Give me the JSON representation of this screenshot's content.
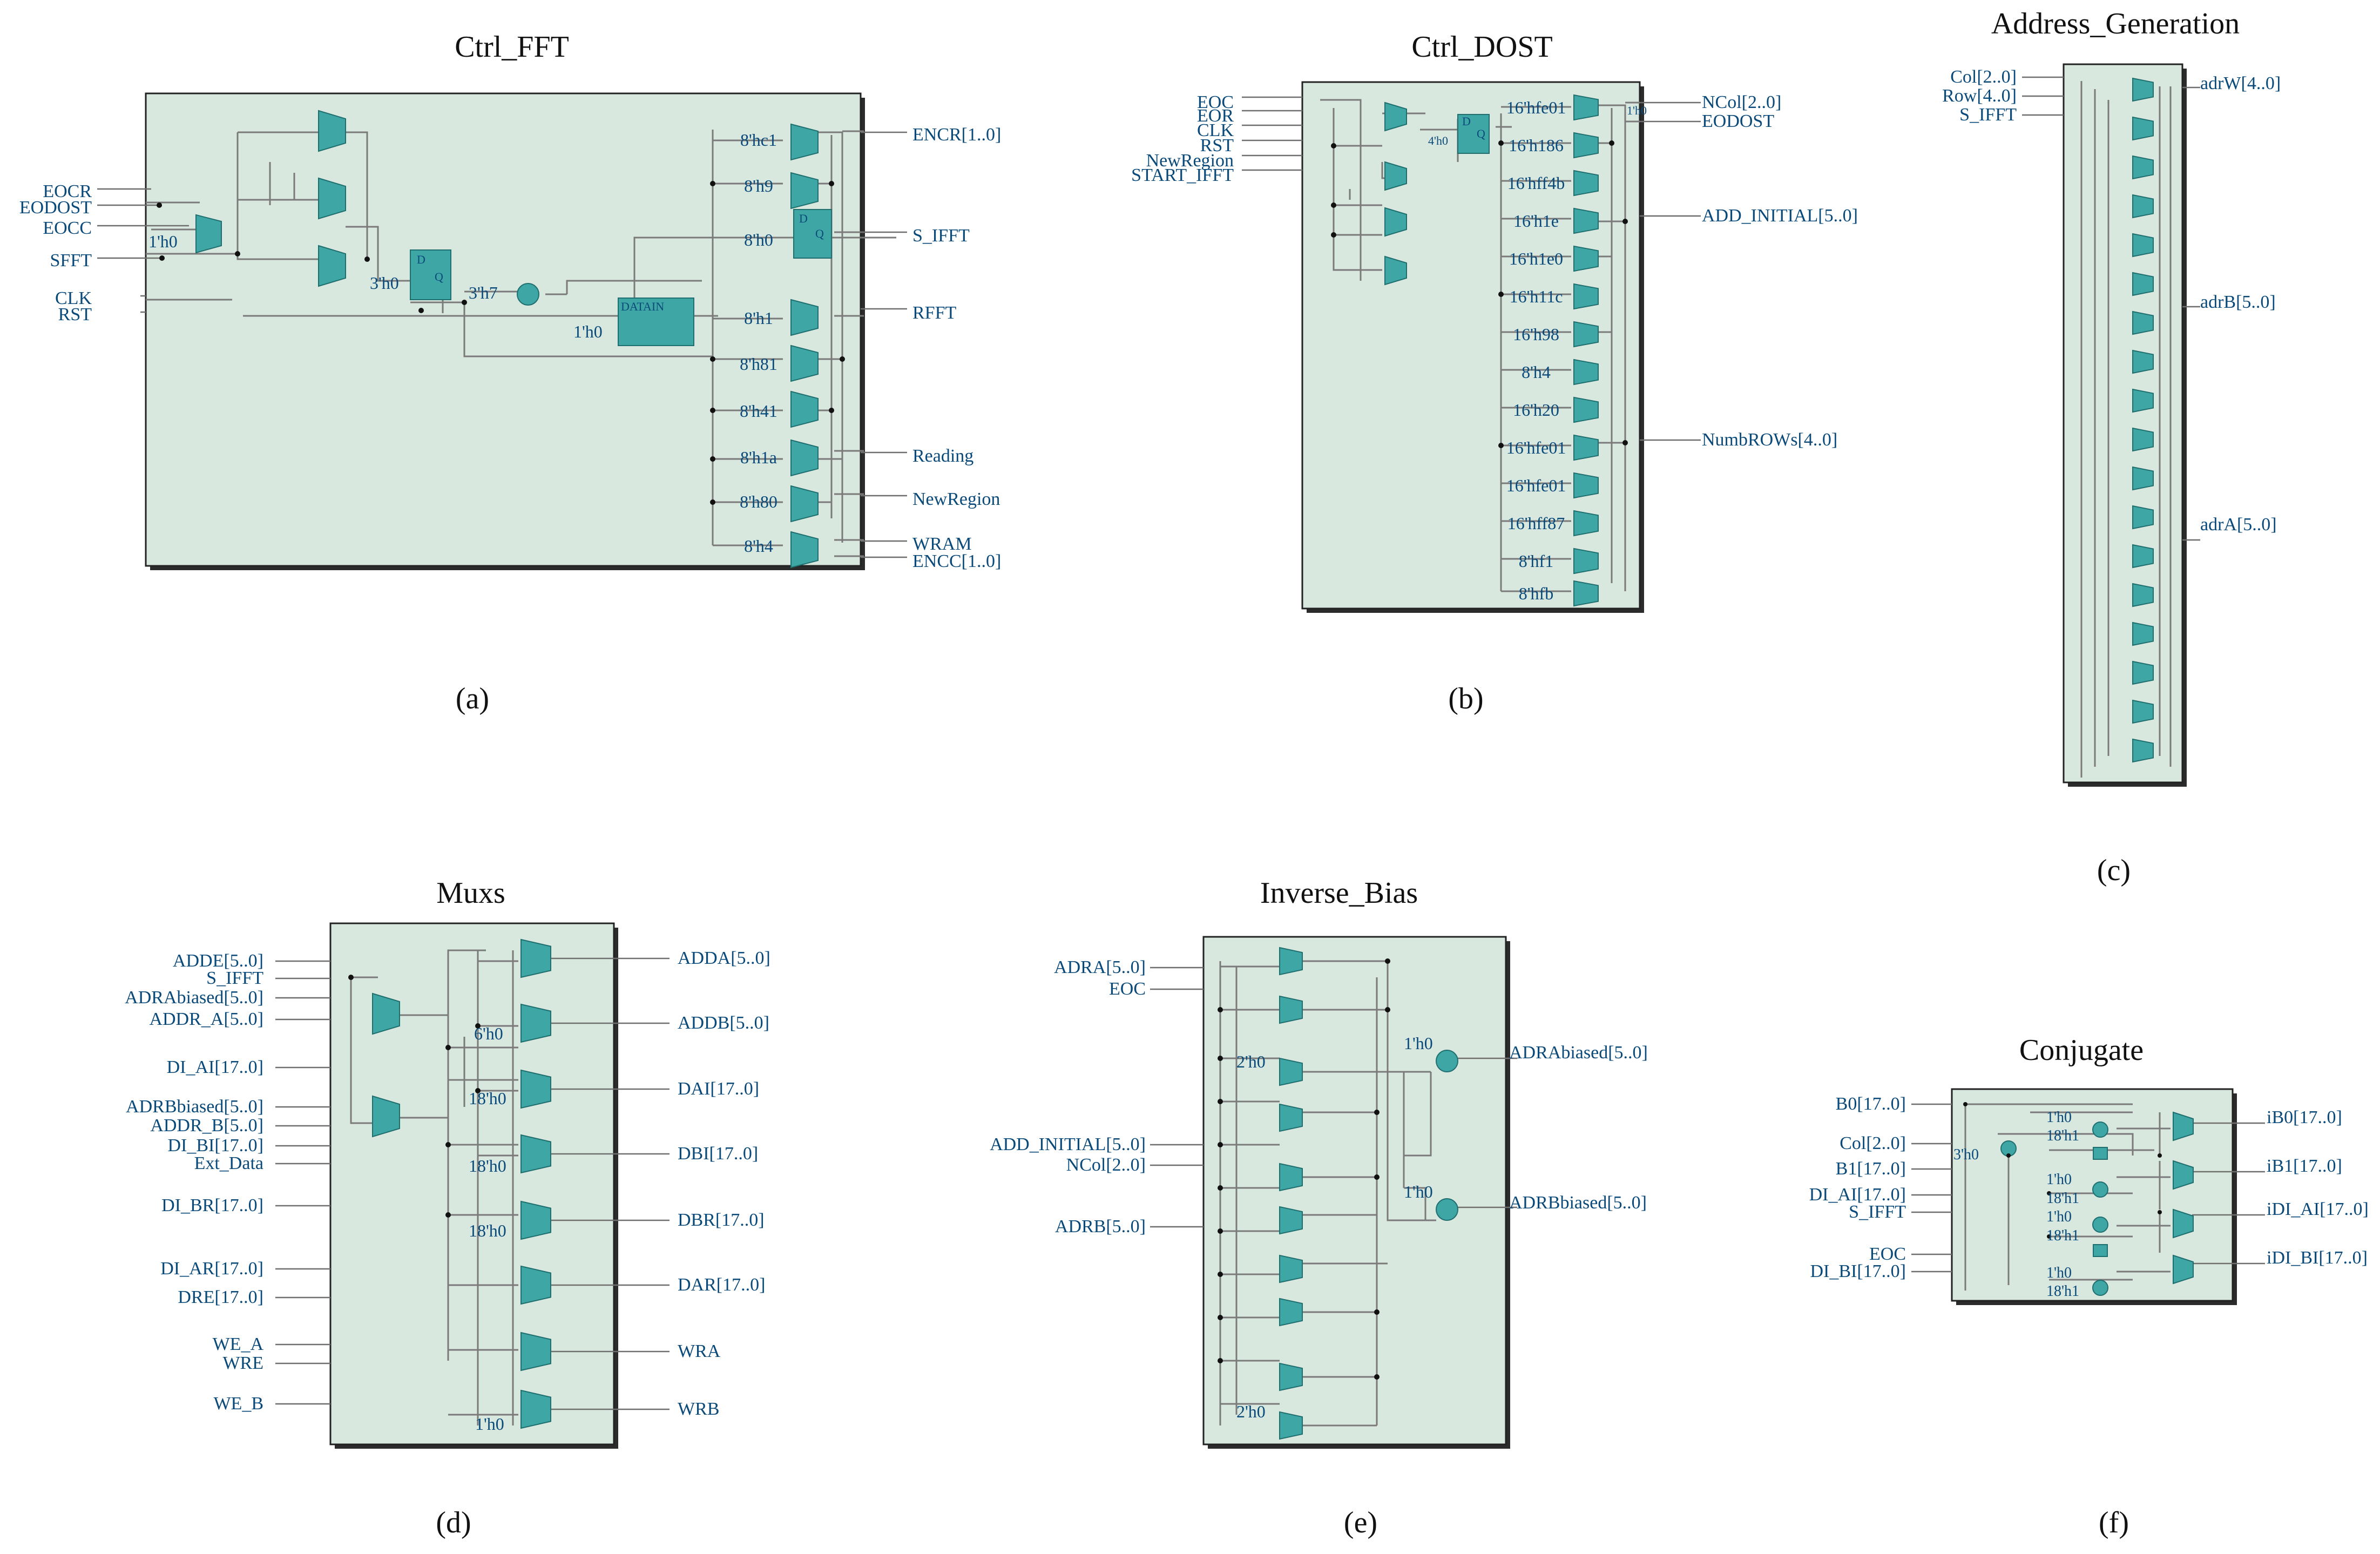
{
  "panels": {
    "a": {
      "title": "Ctrl_FFT",
      "caption": "(a)",
      "inputs": [
        "EOCR",
        "EODOST",
        "EOCC",
        "SFFT",
        "CLK",
        "RST"
      ],
      "outputs": [
        "ENCR[1..0]",
        "S_IFFT",
        "RFFT",
        "Reading",
        "NewRegion",
        "WRAM",
        "ENCC[1..0]"
      ],
      "constants": [
        "8'hc1",
        "8'h9",
        "8'h0",
        "8'h1",
        "8'h81",
        "8'h41",
        "8'h1a",
        "8'h80",
        "8'h4"
      ],
      "left_const": "1'h0",
      "reg_const": "3'h0",
      "cmp_const": "3'h7",
      "datain_const": "1'h0",
      "datain_label": "DATAIN",
      "reg_d": "D",
      "reg_q": "Q"
    },
    "b": {
      "title": "Ctrl_DOST",
      "caption": "(b)",
      "inputs": [
        "EOC",
        "EOR",
        "CLK",
        "RST",
        "NewRegion",
        "START_IFFT"
      ],
      "outputs": [
        "NCol[2..0]",
        "EODOST",
        "ADD_INITIAL[5..0]",
        "NumbROWs[4..0]"
      ],
      "constants": [
        "16'hfe01",
        "16'h186",
        "16'hff4b",
        "16'h1e",
        "16'h1e0",
        "16'h11c",
        "16'h98",
        "8'h4",
        "16'h20",
        "16'hfe01",
        "16'hfe01",
        "16'hff87",
        "8'hf1",
        "8'hfb"
      ],
      "reg_const": "4'h0",
      "small_const": "1'h0"
    },
    "c": {
      "title": "Address_Generation",
      "caption": "(c)",
      "inputs": [
        "Col[2..0]",
        "Row[4..0]",
        "S_IFFT"
      ],
      "outputs": [
        "adrW[4..0]",
        "adrB[5..0]",
        "adrA[5..0]"
      ]
    },
    "d": {
      "title": "Muxs",
      "caption": "(d)",
      "inputs": [
        "ADDE[5..0]",
        "S_IFFT",
        "ADRAbiased[5..0]",
        "ADDR_A[5..0]",
        "DI_AI[17..0]",
        "ADRBbiased[5..0]",
        "ADDR_B[5..0]",
        "DI_BI[17..0]",
        "Ext_Data",
        "DI_BR[17..0]",
        "DI_AR[17..0]",
        "DRE[17..0]",
        "WE_A",
        "WRE",
        "WE_B"
      ],
      "outputs": [
        "ADDA[5..0]",
        "ADDB[5..0]",
        "DAI[17..0]",
        "DBI[17..0]",
        "DBR[17..0]",
        "DAR[17..0]",
        "WRA",
        "WRB"
      ],
      "constants": [
        "6'h0",
        "18'h0",
        "18'h0",
        "18'h0",
        "1'h0"
      ]
    },
    "e": {
      "title": "Inverse_Bias",
      "caption": "(e)",
      "inputs": [
        "ADRA[5..0]",
        "EOC",
        "ADD_INITIAL[5..0]",
        "NCol[2..0]",
        "ADRB[5..0]"
      ],
      "outputs": [
        "ADRAbiased[5..0]",
        "ADRBbiased[5..0]"
      ],
      "constants": [
        "2'h0",
        "1'h0",
        "1'h0",
        "2'h0"
      ]
    },
    "f": {
      "title": "Conjugate",
      "caption": "(f)",
      "inputs": [
        "B0[17..0]",
        "Col[2..0]",
        "B1[17..0]",
        "DI_AI[17..0]",
        "S_IFFT",
        "EOC",
        "DI_BI[17..0]"
      ],
      "outputs": [
        "iB0[17..0]",
        "iB1[17..0]",
        "iDI_AI[17..0]",
        "iDI_BI[17..0]"
      ],
      "constants": [
        "1'h0",
        "18'h1",
        "3'h0",
        "1'h0",
        "18'h1",
        "1'h0",
        "18'h1",
        "1'h0",
        "18'h1"
      ]
    }
  }
}
